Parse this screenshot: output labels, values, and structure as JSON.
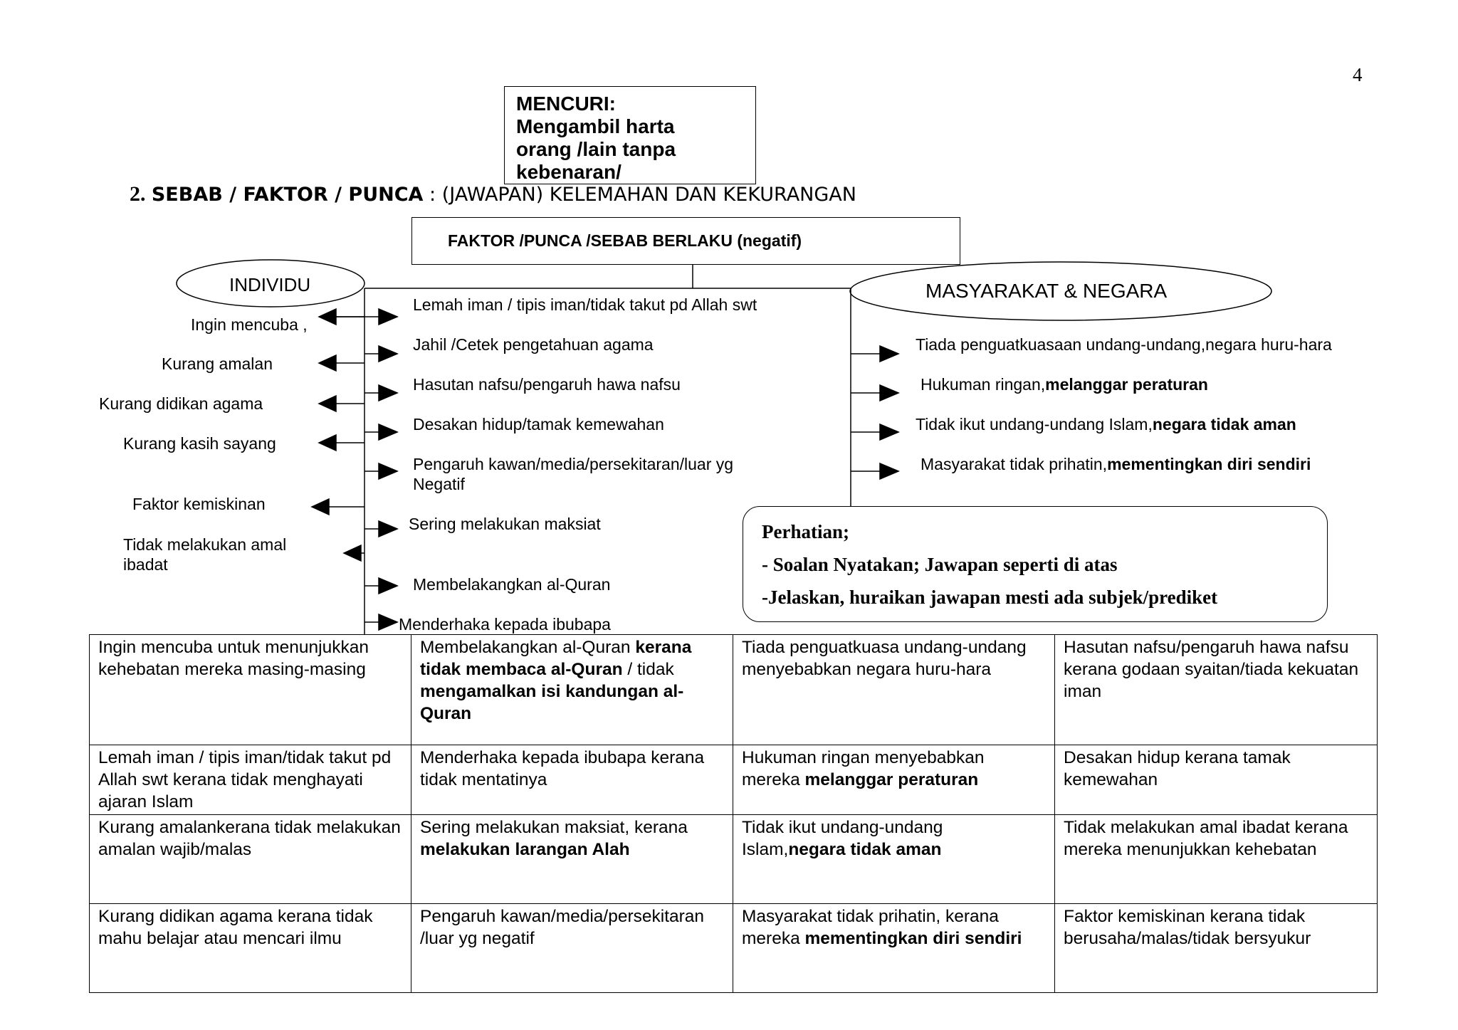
{
  "page_number": "4",
  "definition_box": {
    "lines": [
      "MENCURI:",
      "Mengambil harta",
      "orang /lain tanpa",
      "kebenaran/"
    ]
  },
  "heading": {
    "number": "2.",
    "bold": "SEBAB / FAKTOR / PUNCA",
    "rest": " : (JAWAPAN) KELEMAHAN DAN KEKURANGAN"
  },
  "factor_box": {
    "label": "FAKTOR /PUNCA /SEBAB BERLAKU (negatif)"
  },
  "individu": {
    "title": "INDIVIDU",
    "items": [
      "Ingin mencuba ,",
      "Kurang amalan",
      "Kurang didikan agama",
      "Kurang kasih sayang",
      "Faktor kemiskinan",
      "Tidak melakukan amal",
      "ibadat"
    ]
  },
  "center_items": [
    "Lemah iman / tipis iman/tidak takut pd Allah swt",
    "Jahil /Cetek pengetahuan agama",
    "Hasutan nafsu/pengaruh hawa nafsu",
    "Desakan hidup/tamak kemewahan",
    "Pengaruh kawan/media/persekitaran/luar yg",
    "Negatif",
    "Sering melakukan maksiat",
    "Membelakangkan al-Quran",
    "Menderhaka kepada ibubapa"
  ],
  "masyarakat": {
    "title": "MASYARAKAT & NEGARA",
    "items": [
      {
        "normal": "Tiada penguatkuasaan undang-undang,negara huru-hara",
        "bold": ""
      },
      {
        "normal": "Hukuman ringan,",
        "bold": "melanggar peraturan"
      },
      {
        "normal": "Tidak ikut undang-undang Islam,",
        "bold": "negara tidak aman"
      },
      {
        "normal": "Masyarakat tidak prihatin,",
        "bold": "mementingkan diri sendiri"
      }
    ]
  },
  "note": {
    "title": "Perhatian;",
    "line1": "- Soalan  Nyatakan; Jawapan seperti di atas",
    "line2": "-Jelaskan, huraikan jawapan mesti ada subjek/prediket"
  },
  "table": {
    "r0c0": "Ingin mencuba untuk menunjukkan kehebatan mereka masing-masing",
    "r0c1a": "Membelakangkan al-Quran ",
    "r0c1b": "kerana tidak membaca al-Quran",
    "r0c1c": " /  tidak ",
    "r0c1d": "mengamalkan isi kandungan al-Quran",
    "r0c2": "Tiada penguatkuasa undang-undang menyebabkan negara huru-hara",
    "r0c3": "Hasutan nafsu/pengaruh hawa nafsu kerana godaan syaitan/tiada kekuatan iman",
    "r1c0": "Lemah iman / tipis iman/tidak takut pd Allah swt  kerana tidak menghayati ajaran Islam",
    "r1c1": "Menderhaka kepada ibubapa kerana tidak mentatinya",
    "r1c2a": "Hukuman ringan menyebabkan mereka ",
    "r1c2b": "melanggar peraturan",
    "r1c3": "Desakan hidup kerana tamak kemewahan",
    "r2c0": "Kurang amalankerana  tidak melakukan amalan wajib/malas",
    "r2c1a": "Sering melakukan maksiat, kerana ",
    "r2c1b": "melakukan larangan Alah",
    "r2c2a": "Tidak ikut undang-undang Islam,",
    "r2c2b": "negara tidak aman",
    "r2c3": "Tidak melakukan amal ibadat kerana mereka menunjukkan kehebatan",
    "r3c0": "Kurang didikan agama  kerana tidak mahu belajar atau mencari ilmu",
    "r3c1": "Pengaruh kawan/media/persekitaran /luar yg negatif",
    "r3c2a": "Masyarakat tidak prihatin, kerana mereka ",
    "r3c2b": "mementingkan diri sendiri",
    "r3c3": "Faktor kemiskinan kerana tidak berusaha/malas/tidak bersyukur"
  }
}
